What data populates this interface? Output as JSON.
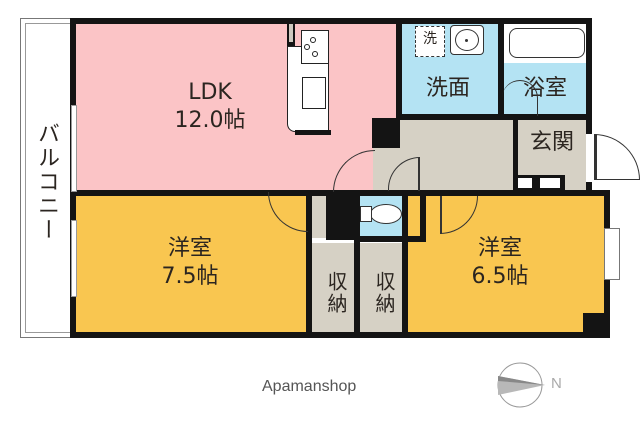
{
  "rooms": {
    "balcony": {
      "name": "バルコニー",
      "color": "#ffffff"
    },
    "ldk": {
      "name": "LDK",
      "size": "12.0帖",
      "color": "#fbc4c6"
    },
    "washroom": {
      "name": "洗面",
      "color": "#b4e3f3"
    },
    "washer": {
      "name": "洗"
    },
    "bathroom": {
      "name": "浴室",
      "color": "#b4e3f3"
    },
    "hallway": {
      "color": "#d6d1c5"
    },
    "entrance": {
      "name": "玄関",
      "color": "#d6d1c5"
    },
    "western_left": {
      "name": "洋室",
      "size": "7.5帖",
      "color": "#f9c650"
    },
    "western_right": {
      "name": "洋室",
      "size": "6.5帖",
      "color": "#f9c650"
    },
    "storage_1": {
      "name": "収納",
      "color": "#d6d1c5"
    },
    "storage_2": {
      "name": "収納",
      "color": "#d6d1c5"
    },
    "toilet": {
      "color": "#b4e3f3"
    }
  },
  "footer": {
    "brand": "Apamanshop",
    "compass_label": "N"
  },
  "colors": {
    "wall": "#141414",
    "text": "#2b2520",
    "compass": "#999999"
  }
}
